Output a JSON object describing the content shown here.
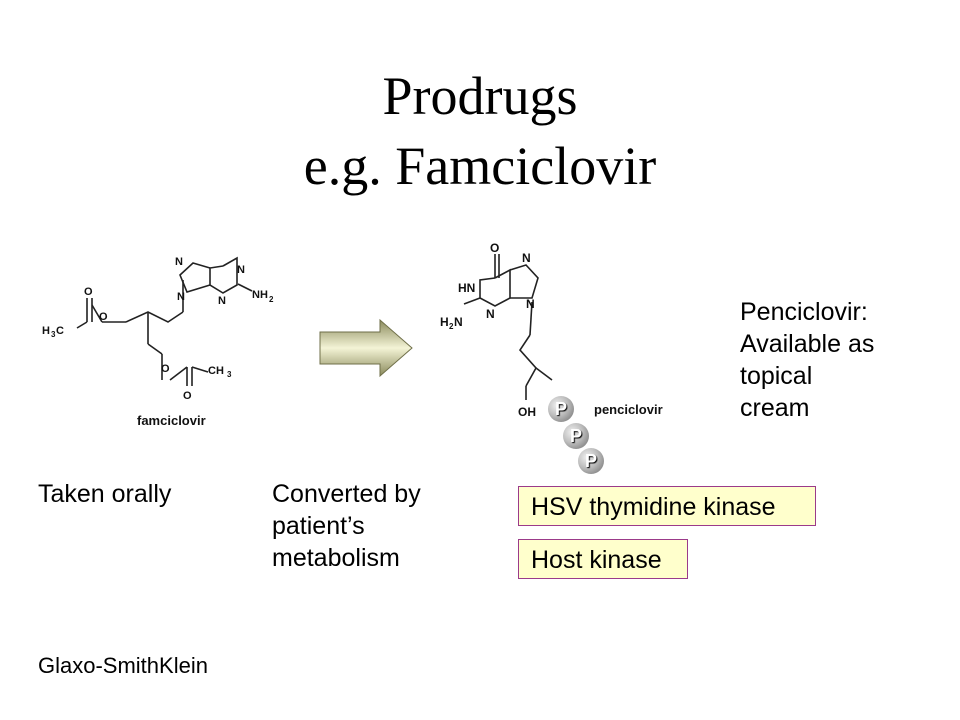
{
  "title": {
    "line1": "Prodrugs",
    "line2": "e.g. Famciclovir"
  },
  "famciclovir": {
    "caption": "famciclovir",
    "atoms": {
      "n": "N",
      "o": "O",
      "nh2": "NH",
      "sub2": "2",
      "ch3": "CH",
      "sub3": "3",
      "h3c": "H",
      "c": "C"
    }
  },
  "penciclovir": {
    "caption": "penciclovir",
    "atoms": {
      "n": "N",
      "o": "O",
      "hn": "HN",
      "h2n": "H",
      "oh": "OH",
      "sub2": "2"
    }
  },
  "phosphates": [
    "P",
    "P",
    "P"
  ],
  "labels": {
    "taken_orally": "Taken orally",
    "converted": [
      "Converted by",
      "patient’s",
      "metabolism"
    ],
    "penciclovir_note": [
      "Penciclovir:",
      "Available as",
      "topical",
      "cream"
    ],
    "hsv_kinase": "HSV thymidine kinase",
    "host_kinase": "Host kinase",
    "credit": "Glaxo-SmithKlein"
  },
  "colors": {
    "arrow_light": "#f4f4d6",
    "arrow_dark": "#8a8a5c",
    "kinase_fill": "#ffffcc",
    "kinase_border": "#9b3a8a"
  }
}
